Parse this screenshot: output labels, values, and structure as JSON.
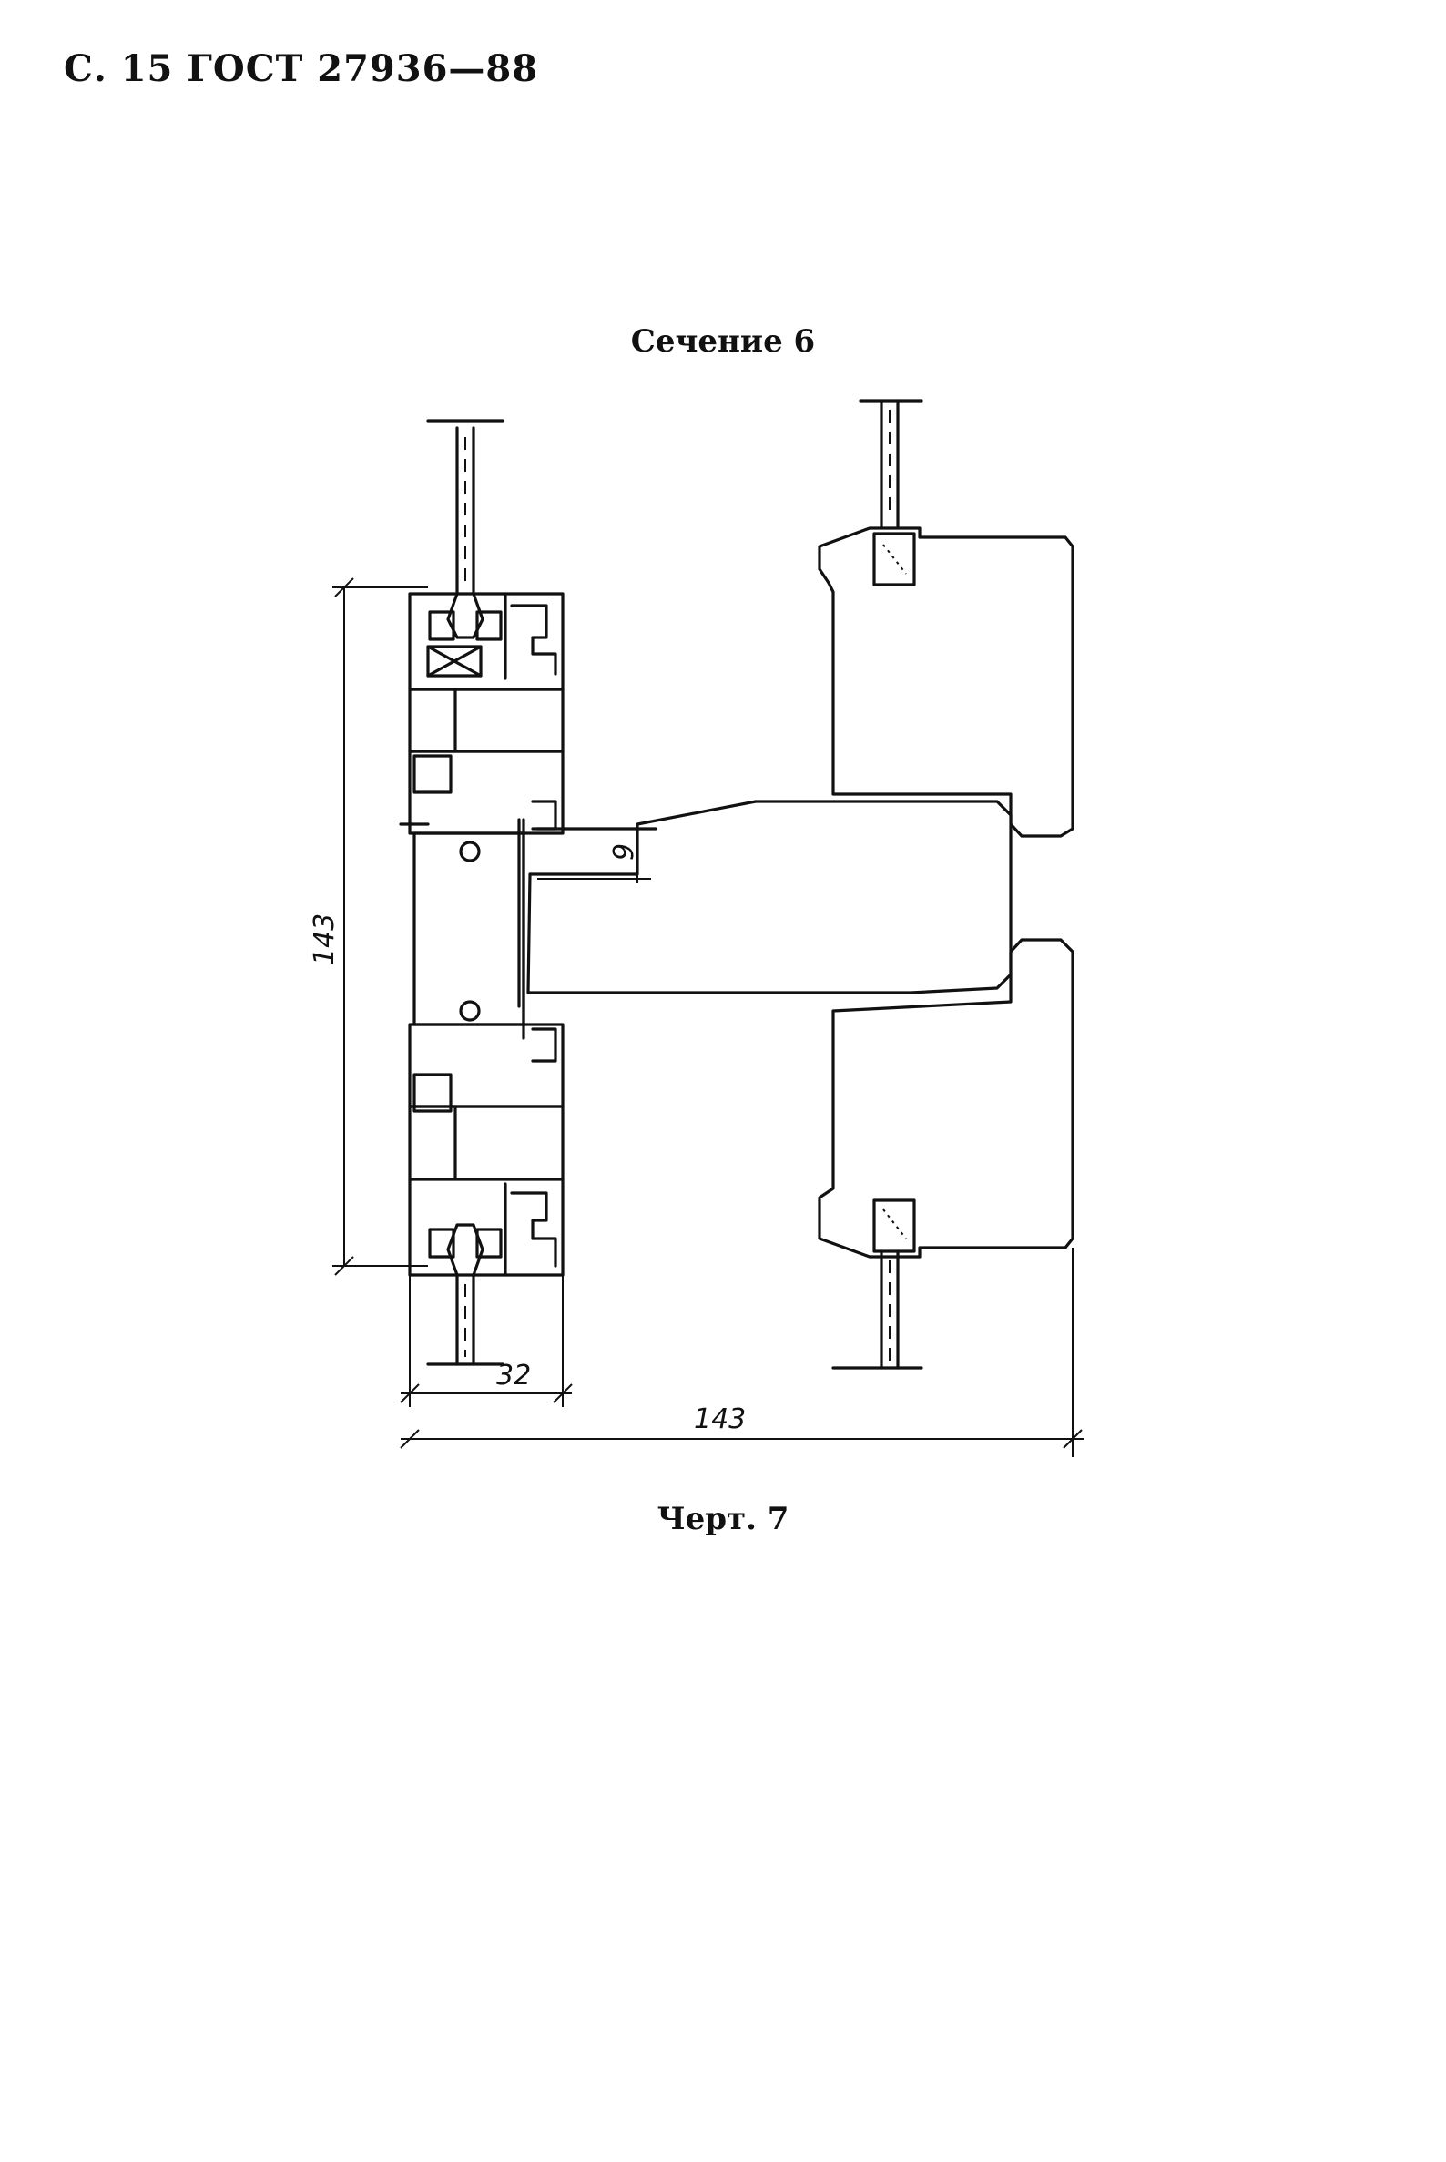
{
  "page": {
    "header": "С. 15 ГОСТ 27936—88",
    "section_title": "Сечение 6",
    "figure_caption": "Черт. 7"
  },
  "dimensions": {
    "frame_height": "143",
    "frame_width": "32",
    "total_width": "143",
    "offset": "9"
  }
}
